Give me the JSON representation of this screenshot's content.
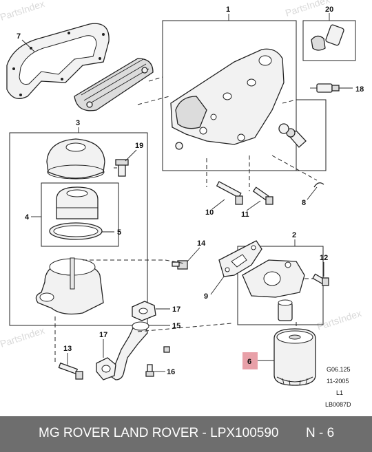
{
  "watermark": "PartsIndex",
  "callouts": {
    "c1": "1",
    "c2": "2",
    "c3": "3",
    "c4": "4",
    "c5": "5",
    "c6": "6",
    "c7": "7",
    "c8": "8",
    "c9": "9",
    "c10": "10",
    "c11": "11",
    "c12": "12",
    "c13": "13",
    "c14": "14",
    "c15": "15",
    "c16": "16",
    "c17a": "17",
    "c17b": "17",
    "c18": "18",
    "c19": "19",
    "c20": "20"
  },
  "highlight_color": "#e8a0a8",
  "reference": {
    "code": "G06.125",
    "date": "11-2005",
    "level": "L1",
    "drawing": "LB0087D"
  },
  "footer": {
    "title": "MG ROVER LAND ROVER - LPX100590",
    "page": "N - 6",
    "background": "#6e6e6e"
  }
}
